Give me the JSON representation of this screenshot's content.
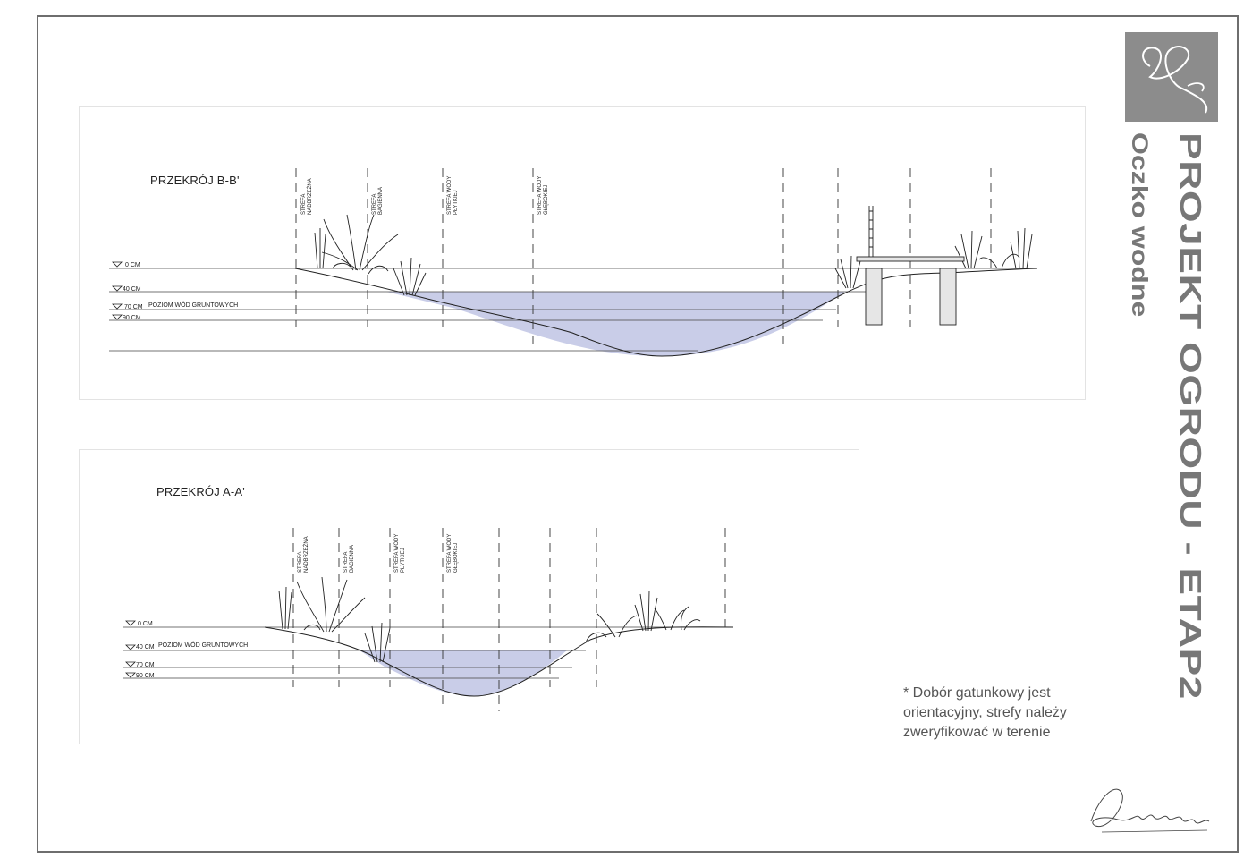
{
  "title": {
    "main": "PROJEKT OGRODU - ETAP2",
    "sub": "Oczko wodne"
  },
  "section_bb": {
    "title": "PRZEKRÓJ B-B'",
    "levels": [
      "0 CM",
      "40 CM",
      "70 CM",
      "90 CM"
    ],
    "groundwater": "POZIOM WÓD GRUNTOWYCH",
    "zones": [
      {
        "line1": "STREFA",
        "line2": "NADBRZEŻNA"
      },
      {
        "line1": "STREFA",
        "line2": "BAGIENNA"
      },
      {
        "line1": "STREFA WODY",
        "line2": "PŁYTKIEJ"
      },
      {
        "line1": "STREFA WODY",
        "line2": "GŁĘBOKIEJ"
      }
    ]
  },
  "section_aa": {
    "title": "PRZEKRÓJ A-A'",
    "levels": [
      "0 CM",
      "40 CM",
      "70 CM",
      "90 CM"
    ],
    "groundwater": "POZIOM WÓD GRUNTOWYCH",
    "zones": [
      {
        "line1": "STREFA",
        "line2": "NADBRZEŻNA"
      },
      {
        "line1": "STREFA",
        "line2": "BAGIENNA"
      },
      {
        "line1": "STREFA WODY",
        "line2": "PŁYTKIEJ"
      },
      {
        "line1": "STREFA WODY",
        "line2": "GŁĘBOKIEJ"
      }
    ]
  },
  "note": "* Dobór gatunkowy jest\norientacyjny, strefy należy\nzweryfikować w terenie",
  "signature": "Pattoszuk",
  "colors": {
    "water": "#c9cde8",
    "frame": "#6e6e6e",
    "title": "#777777",
    "logo_bg": "#8c8c8c"
  }
}
